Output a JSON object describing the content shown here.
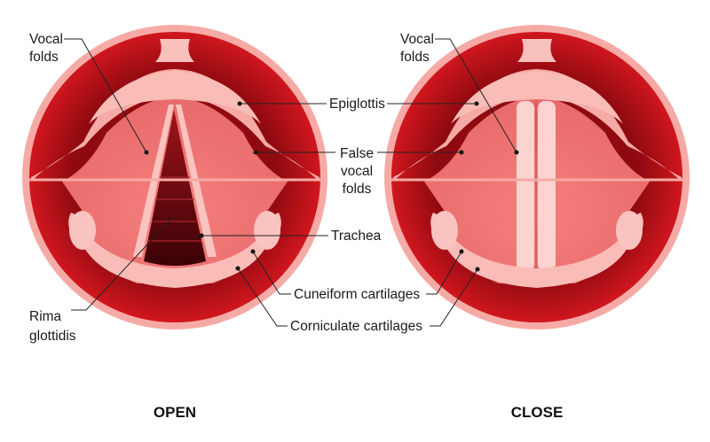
{
  "colors": {
    "ring": "#c3121a",
    "ring_dark": "#9a0c12",
    "rim": "#f4a7a3",
    "tissue": "#f7b3ae",
    "tissue_light": "#fbd0cc",
    "cavity": "#f08a86",
    "trachea": "#7a0a10"
  },
  "panels": [
    {
      "title": "OPEN",
      "labels": {
        "vocal_folds": [
          "Vocal",
          "folds"
        ],
        "rima_glottidis": [
          "Rima",
          "glottidis"
        ]
      }
    },
    {
      "title": "CLOSE",
      "labels": {
        "vocal_folds": [
          "Vocal",
          "folds"
        ]
      }
    }
  ],
  "shared_labels": {
    "epiglottis": "Epiglottis",
    "false_vocal_folds": [
      "False",
      "vocal",
      "folds"
    ],
    "trachea": "Trachea",
    "cuneiform": "Cuneiform cartilages",
    "corniculate": "Corniculate cartilages"
  }
}
